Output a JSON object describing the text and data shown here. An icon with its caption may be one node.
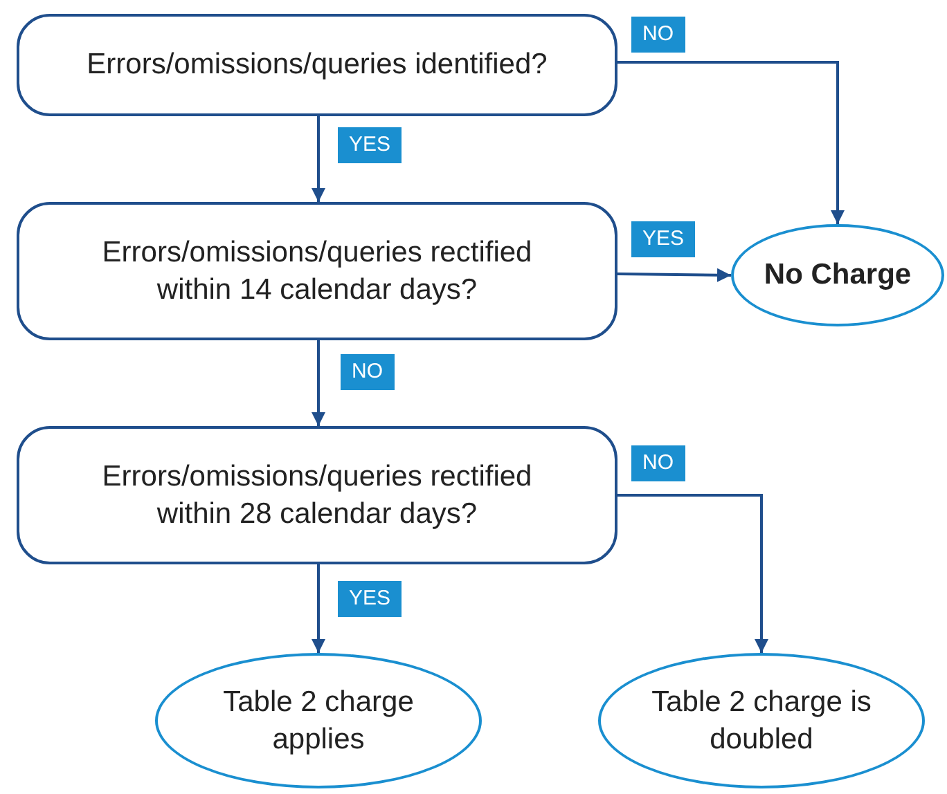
{
  "diagram": {
    "nodes": [
      {
        "text": [
          "Errors/omissions/queries identified?"
        ]
      },
      {
        "text": [
          "Errors/omissions/queries rectified within 14 calendar days?"
        ]
      },
      {
        "text": [
          "Errors/omissions/queries rectified within 28 calendar days?"
        ]
      },
      {
        "text": [
          "No Charge"
        ]
      },
      {
        "text": [
          "Table 2 charge applies"
        ]
      },
      {
        "text": [
          "Table 2 charge is doubled"
        ]
      }
    ],
    "edges": [
      {
        "from": 0,
        "to": 3,
        "arrow": "to",
        "label": "NO"
      },
      {
        "from": 0,
        "to": 1,
        "arrow": "to",
        "label": "YES"
      },
      {
        "from": 1,
        "to": 3,
        "arrow": "to",
        "label": "YES"
      },
      {
        "from": 1,
        "to": 2,
        "arrow": "to",
        "label": "NO"
      },
      {
        "from": 2,
        "to": 5,
        "arrow": "to",
        "label": "NO"
      },
      {
        "from": 2,
        "to": 4,
        "arrow": "to",
        "label": "YES"
      }
    ]
  }
}
